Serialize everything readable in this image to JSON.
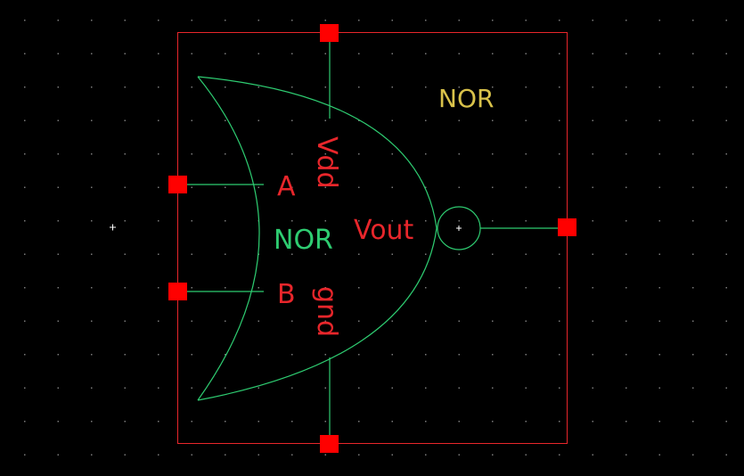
{
  "colors": {
    "background": "#000000",
    "grid_dot": "#7a7a7a",
    "boundary": "#e8262b",
    "wire": "#2ecc71",
    "pin_square": "#ff0000",
    "pin_label": "#e8262b",
    "cell_label": "#2ecc71",
    "instance_label": "#d9c24a",
    "origin_mark": "#ffffff"
  },
  "symbol": {
    "instance_name": "NOR",
    "cell_name": "NOR",
    "pins": {
      "a": "A",
      "b": "B",
      "vdd": "Vdd",
      "gnd": "gnd",
      "vout": "Vout"
    }
  },
  "icons": {
    "gate": "nor-gate-icon",
    "bubble": "inversion-bubble-icon",
    "pin": "pin-square-icon"
  }
}
